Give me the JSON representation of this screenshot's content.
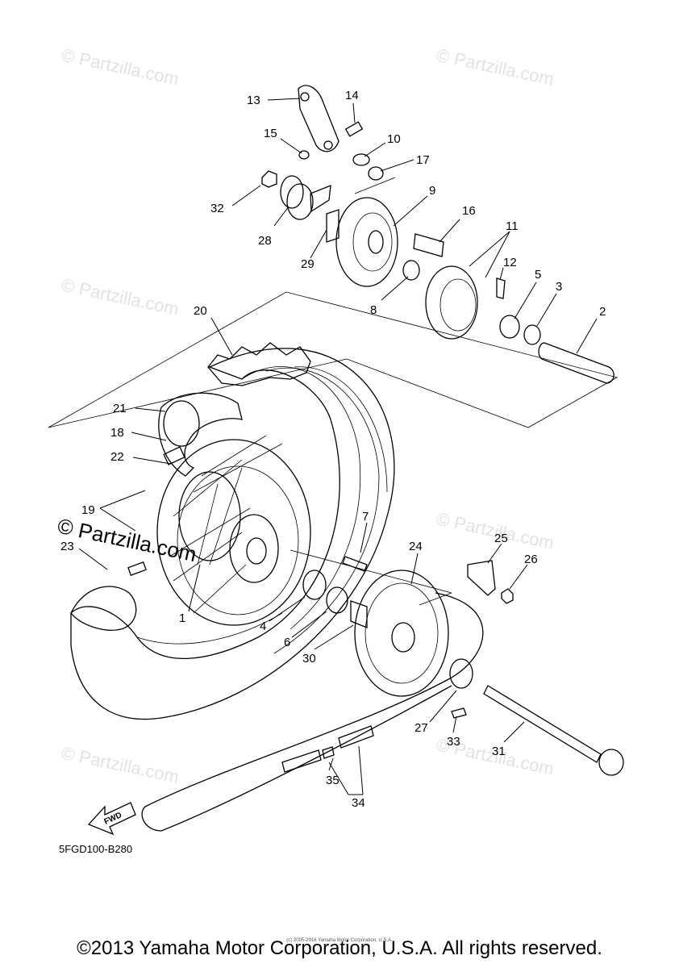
{
  "diagram": {
    "code": "5FGD100-B280",
    "copyright": "©2013 Yamaha Motor Corporation, U.S.A. All rights reserved.",
    "small_copyright": "(c) 2005-2016 Yamaha Motor Corporation, U.S.A.",
    "fwd_label": "FWD",
    "watermark": "© Partzilla.com",
    "watermark_main": "© Partzilla.com",
    "callouts": [
      "1",
      "2",
      "3",
      "4",
      "5",
      "6",
      "7",
      "8",
      "9",
      "10",
      "11",
      "12",
      "13",
      "14",
      "15",
      "16",
      "17",
      "18",
      "19",
      "20",
      "21",
      "22",
      "23",
      "24",
      "25",
      "26",
      "27",
      "28",
      "29",
      "30",
      "31",
      "32",
      "33",
      "34",
      "35"
    ]
  }
}
